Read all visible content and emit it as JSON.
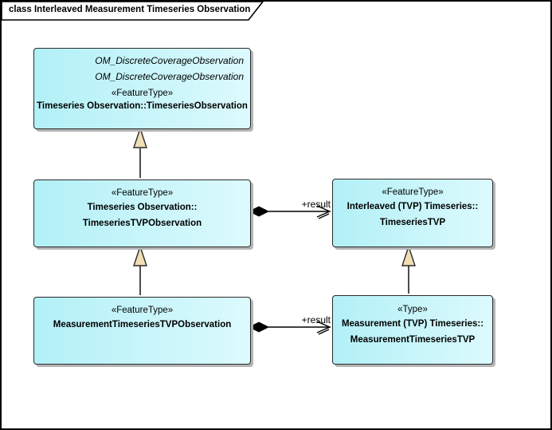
{
  "frame": {
    "title": "class Interleaved Measurement Timeseries Observation"
  },
  "colors": {
    "box_fill_left": "#b2f0f7",
    "box_fill_right": "#dcfafd",
    "box_border": "#2a2a2a",
    "triangle_fill": "#f1deb4",
    "line": "#000000",
    "shadow": "#b4b4b4"
  },
  "classes": [
    {
      "id": "TimeseriesObservation",
      "parents": [
        "OM_DiscreteCoverageObservation",
        "OM_DiscreteCoverageObservation"
      ],
      "stereotype": "«FeatureType»",
      "name_lines": [
        "Timeseries Observation::TimeseriesObservation"
      ]
    },
    {
      "id": "TimeseriesTVPObservation",
      "stereotype": "«FeatureType»",
      "name_lines": [
        "Timeseries Observation::",
        "TimeseriesTVPObservation"
      ]
    },
    {
      "id": "TimeseriesTVP",
      "stereotype": "«FeatureType»",
      "name_lines": [
        "Interleaved (TVP) Timeseries::",
        "TimeseriesTVP"
      ]
    },
    {
      "id": "MeasurementTimeseriesTVPObservation",
      "stereotype": "«FeatureType»",
      "name_lines": [
        "MeasurementTimeseriesTVPObservation"
      ]
    },
    {
      "id": "MeasurementTimeseriesTVP",
      "stereotype": "«Type»",
      "name_lines": [
        "Measurement (TVP) Timeseries::",
        "MeasurementTimeseriesTVP"
      ]
    }
  ],
  "connectors": {
    "result_label_top": "+result",
    "result_label_bottom": "+result"
  }
}
